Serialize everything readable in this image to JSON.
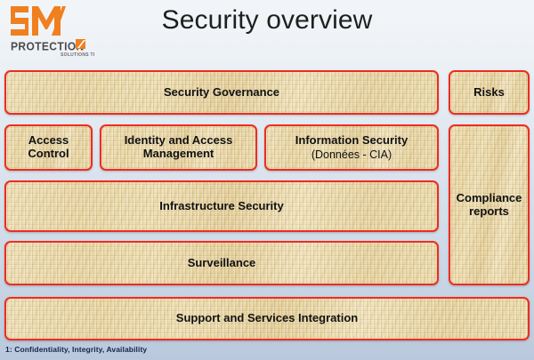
{
  "slide": {
    "title": "Security overview",
    "footnote": "1: Confidentiality, Integrity, Availability",
    "background_top_color": "#f2f5f8",
    "background_bottom_color": "#b9c8dc"
  },
  "logo": {
    "name": "SM Protection logo",
    "mark_text": "SM",
    "wordmark": "PROTECTION",
    "tagline": "SOLUTIONS TI",
    "color": "#ef7f1f"
  },
  "boxes": {
    "border_color": "#ef2c1f",
    "fill_color": "#e4cd96",
    "text_color": "#111111",
    "security_governance": "Security Governance",
    "risks": "Risks",
    "access_control": "Access\nControl",
    "access_control_line1": "Access",
    "access_control_line2": "Control",
    "identity_line1": "Identity and Access",
    "identity_line2": "Management",
    "information_security": "Information Security",
    "information_security_sub": "(Données - CIA)",
    "infrastructure_security": "Infrastructure Security",
    "surveillance": "Surveillance",
    "compliance_line1": "Compliance",
    "compliance_line2": "reports",
    "support": "Support and Services Integration"
  }
}
